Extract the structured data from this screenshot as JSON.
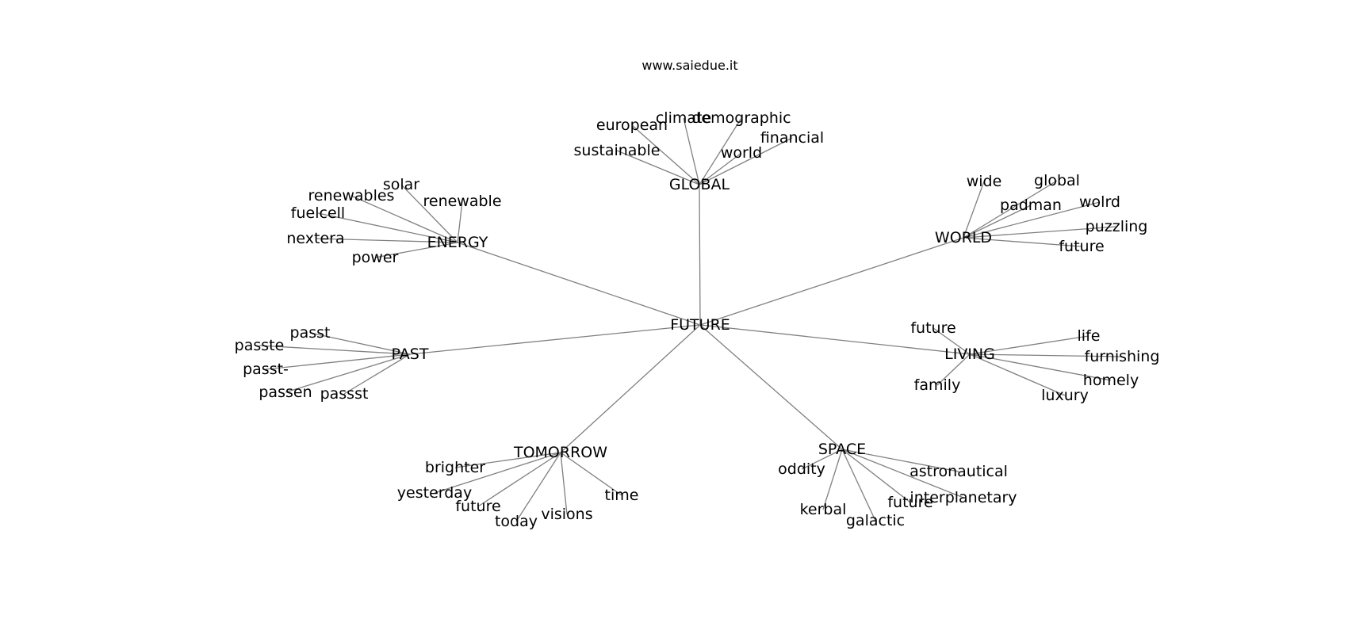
{
  "source_text": "www.saiedue.it",
  "colors": {
    "edge": "#808080",
    "text": "#000000",
    "background": "#ffffff"
  },
  "graph": {
    "center": "FUTURE",
    "hubs": [
      {
        "label": "GLOBAL",
        "leaves": [
          "european",
          "climate",
          "demographic",
          "financial",
          "sustainable",
          "world"
        ]
      },
      {
        "label": "ENERGY",
        "leaves": [
          "solar",
          "renewables",
          "renewable",
          "fuelcell",
          "nextera",
          "power"
        ]
      },
      {
        "label": "WORLD",
        "leaves": [
          "wide",
          "global",
          "padman",
          "wolrd",
          "puzzling",
          "future"
        ]
      },
      {
        "label": "PAST",
        "leaves": [
          "passt",
          "passte",
          "passt-",
          "passen",
          "passst"
        ]
      },
      {
        "label": "LIVING",
        "leaves": [
          "future",
          "life",
          "furnishing",
          "homely",
          "luxury",
          "family"
        ]
      },
      {
        "label": "TOMORROW",
        "leaves": [
          "brighter",
          "yesterday",
          "future",
          "today",
          "visions",
          "time"
        ]
      },
      {
        "label": "SPACE",
        "leaves": [
          "oddity",
          "astronautical",
          "interplanetary",
          "future",
          "galactic",
          "kerbal"
        ]
      }
    ]
  }
}
